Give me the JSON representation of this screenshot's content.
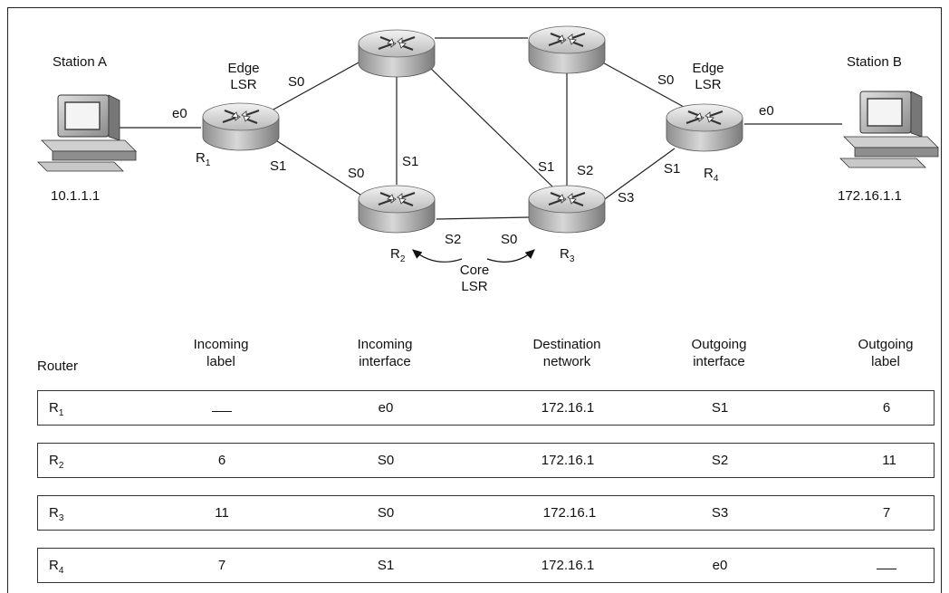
{
  "diagram": {
    "stations": {
      "a": {
        "name": "Station A",
        "ip": "10.1.1.1"
      },
      "b": {
        "name": "Station B",
        "ip": "172.16.1.1"
      }
    },
    "routers": {
      "r1": {
        "base": "R",
        "sub": "1"
      },
      "r2": {
        "base": "R",
        "sub": "2"
      },
      "r3": {
        "base": "R",
        "sub": "3"
      },
      "r4": {
        "base": "R",
        "sub": "4"
      }
    },
    "role_labels": {
      "edge_left_1": "Edge",
      "edge_left_2": "LSR",
      "edge_right_1": "Edge",
      "edge_right_2": "LSR",
      "core_1": "Core",
      "core_2": "LSR"
    },
    "interfaces": {
      "r1_e0": "e0",
      "r1_s0": "S0",
      "r1_s1": "S1",
      "r2_s0": "S0",
      "r2_s1": "S1",
      "r2_s2": "S2",
      "r3_s0": "S0",
      "r3_s1": "S1",
      "r3_s2": "S2",
      "r3_s3": "S3",
      "r4_s0": "S0",
      "r4_s1": "S1",
      "r4_e0": "e0"
    }
  },
  "table": {
    "headers": {
      "router": "Router",
      "in_label_1": "Incoming",
      "in_label_2": "label",
      "in_if_1": "Incoming",
      "in_if_2": "interface",
      "dest_1": "Destination",
      "dest_2": "network",
      "out_if_1": "Outgoing",
      "out_if_2": "interface",
      "out_label_1": "Outgoing",
      "out_label_2": "label"
    },
    "rows": [
      {
        "router": "R",
        "router_sub": "1",
        "in_label": "",
        "in_if": "e0",
        "dest": "172.16.1",
        "out_if": "S1",
        "out_label": "6"
      },
      {
        "router": "R",
        "router_sub": "2",
        "in_label": "6",
        "in_if": "S0",
        "dest": "172.16.1",
        "out_if": "S2",
        "out_label": "11"
      },
      {
        "router": "R",
        "router_sub": "3",
        "in_label": "11",
        "in_if": "S0",
        "dest": "172.16.1",
        "out_if": "S3",
        "out_label": "7"
      },
      {
        "router": "R",
        "router_sub": "4",
        "in_label": "7",
        "in_if": "S1",
        "dest": "172.16.1",
        "out_if": "e0",
        "out_label": ""
      }
    ]
  }
}
